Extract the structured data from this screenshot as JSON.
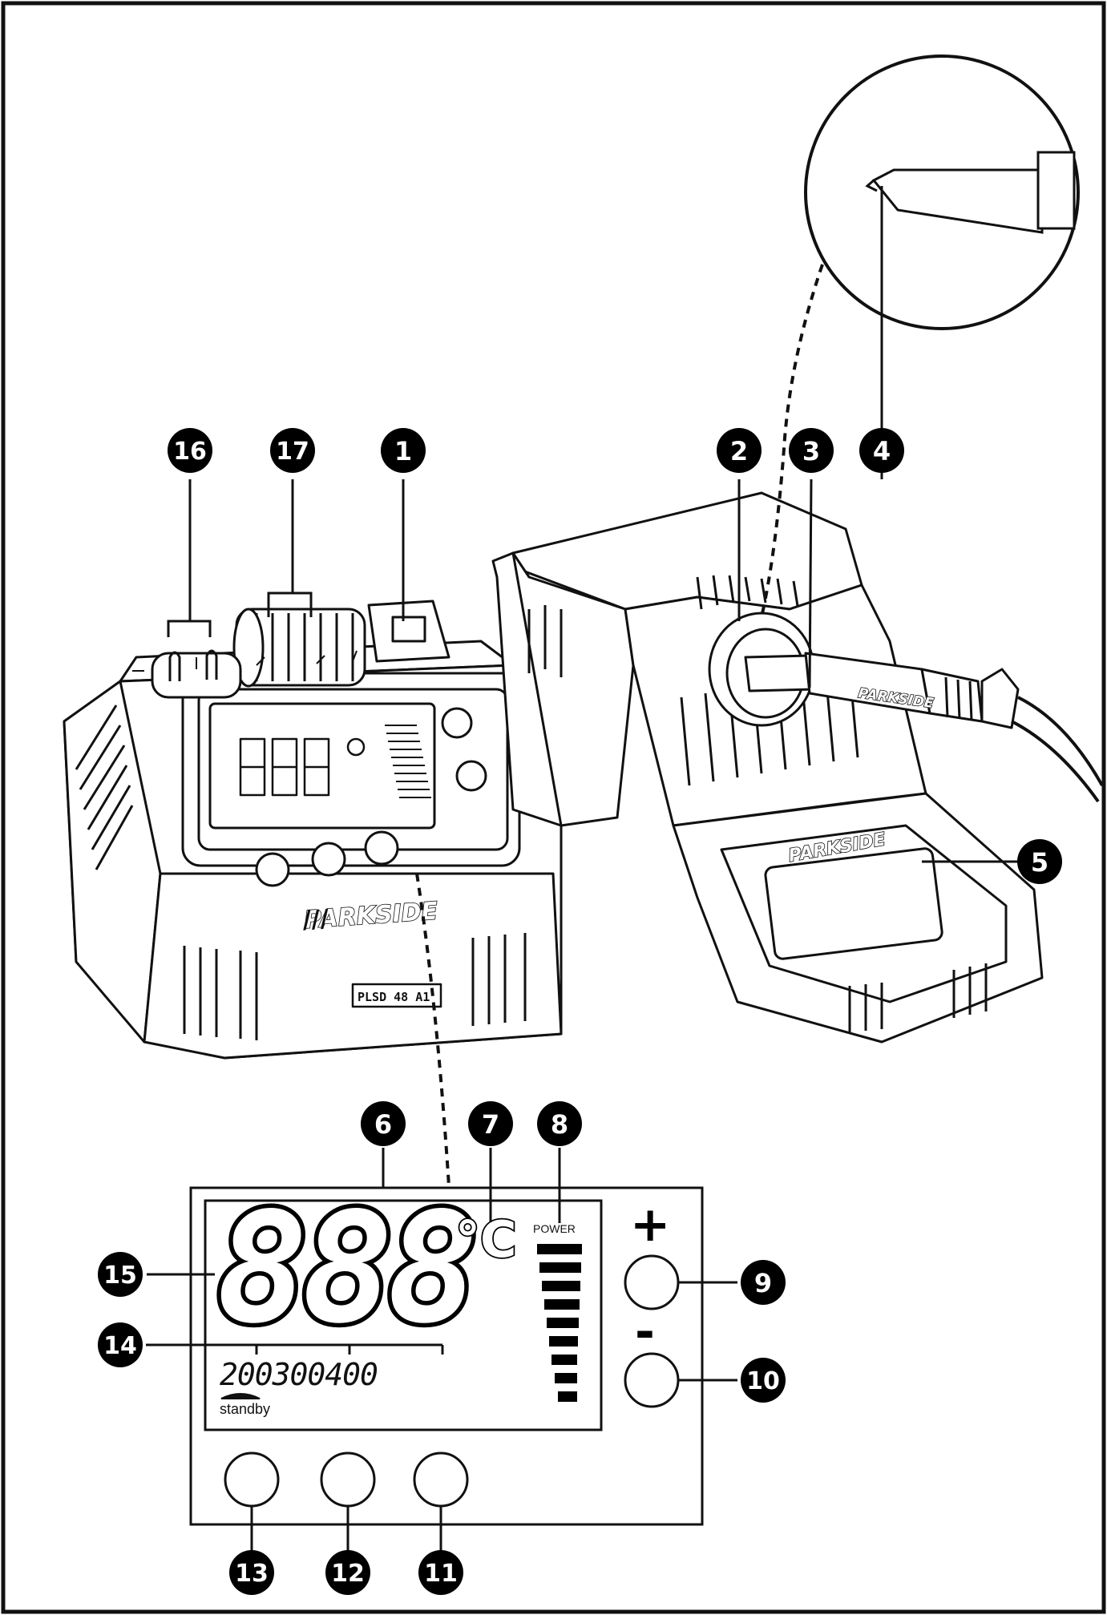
{
  "brand": "PARKSIDE",
  "model": "PLSD 48 A1",
  "display": {
    "digits": "888",
    "unit": "°C",
    "power_label": "POWER",
    "presets": "200300400",
    "standby_label": "standby",
    "plus_sign": "+",
    "minus_sign": "-"
  },
  "callouts": [
    {
      "id": "c1",
      "label": "1"
    },
    {
      "id": "c2",
      "label": "2"
    },
    {
      "id": "c3",
      "label": "3"
    },
    {
      "id": "c4",
      "label": "4"
    },
    {
      "id": "c5",
      "label": "5"
    },
    {
      "id": "c6",
      "label": "6"
    },
    {
      "id": "c7",
      "label": "7"
    },
    {
      "id": "c8",
      "label": "8"
    },
    {
      "id": "c9",
      "label": "9"
    },
    {
      "id": "c10",
      "label": "10"
    },
    {
      "id": "c11",
      "label": "11"
    },
    {
      "id": "c12",
      "label": "12"
    },
    {
      "id": "c13",
      "label": "13"
    },
    {
      "id": "c14",
      "label": "14"
    },
    {
      "id": "c15",
      "label": "15"
    },
    {
      "id": "c16",
      "label": "16"
    },
    {
      "id": "c17",
      "label": "17"
    }
  ],
  "colors": {
    "line": "#111111",
    "badge": "#000000",
    "paper": "#ffffff"
  }
}
